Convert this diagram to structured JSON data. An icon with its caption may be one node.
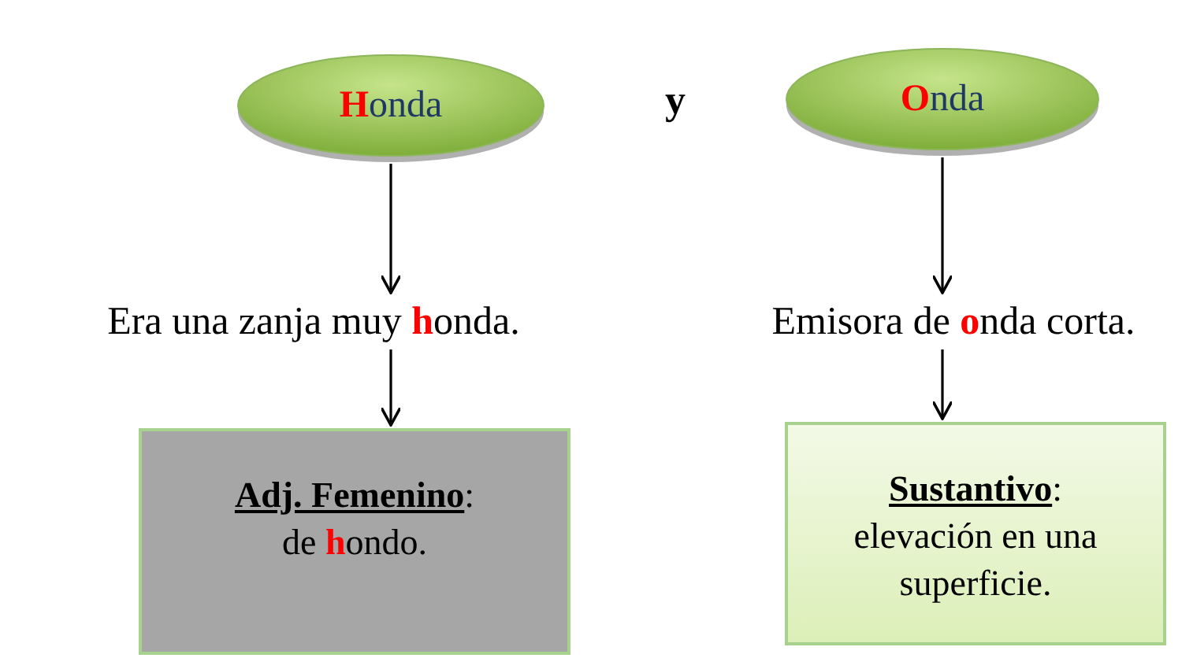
{
  "diagram": {
    "nodes": [
      {
        "text": [
          "**H**onda"
        ]
      },
      {
        "text": [
          "**O**nda"
        ]
      },
      {
        "text": [
          "Era una zanja muy **h**onda."
        ]
      },
      {
        "text": [
          "**Adj. Femenino**:",
          "de **h**ondo."
        ]
      },
      {
        "text": [
          "Emisora de **o**nda corta."
        ]
      },
      {
        "text": [
          "**Sustantivo**:",
          "elevación en una superficie."
        ]
      }
    ],
    "edges": [
      {
        "from": 0,
        "to": 2,
        "arrow": "to"
      },
      {
        "from": 2,
        "to": 3,
        "arrow": "to"
      },
      {
        "from": 1,
        "to": 4,
        "arrow": "to"
      },
      {
        "from": 4,
        "to": 5,
        "arrow": "to"
      }
    ],
    "labels": [
      "y"
    ]
  }
}
